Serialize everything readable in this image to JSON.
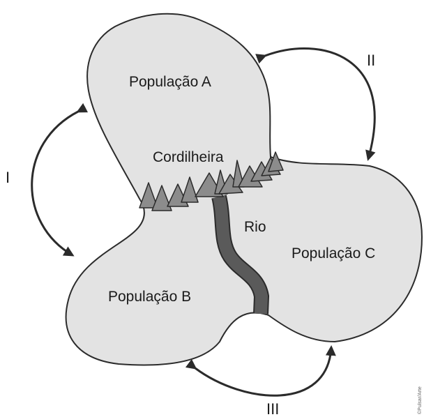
{
  "regions": {
    "population_a": "População A",
    "population_b": "População B",
    "population_c": "População C"
  },
  "features": {
    "mountain_range": "Cordilheira",
    "river": "Rio"
  },
  "arrows": {
    "arrow_1": "I",
    "arrow_2": "II",
    "arrow_3": "III"
  },
  "credit": "©Pulsar/Arte",
  "colors": {
    "land_fill": "#e3e3e3",
    "outline": "#2b2b2b",
    "mountain_fill": "#8c8c8c",
    "river_fill": "#5a5a5a",
    "arrow": "#2b2b2b"
  }
}
